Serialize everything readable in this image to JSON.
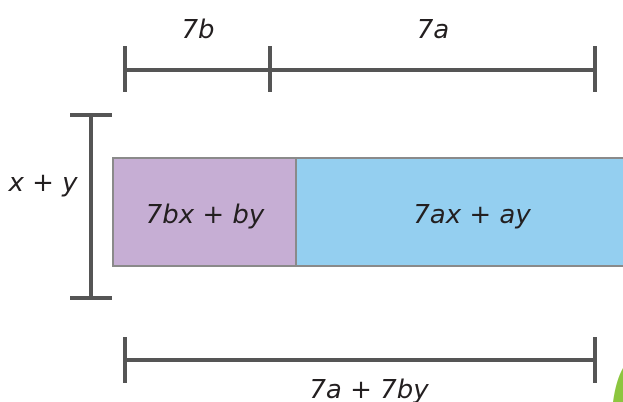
{
  "diagram": {
    "top_left_label": "7b",
    "top_right_label": "7a",
    "side_label": "x + y",
    "left_box_label": "7bx + by",
    "right_box_label": "7ax + ay",
    "bottom_label": "7a + 7by",
    "colors": {
      "line": "#555555",
      "left_fill": "#c6aed4",
      "right_fill": "#94cff0",
      "box_border": "#8a8a8a",
      "corner_accent": "#8cc63f",
      "text": "#231f20"
    }
  }
}
